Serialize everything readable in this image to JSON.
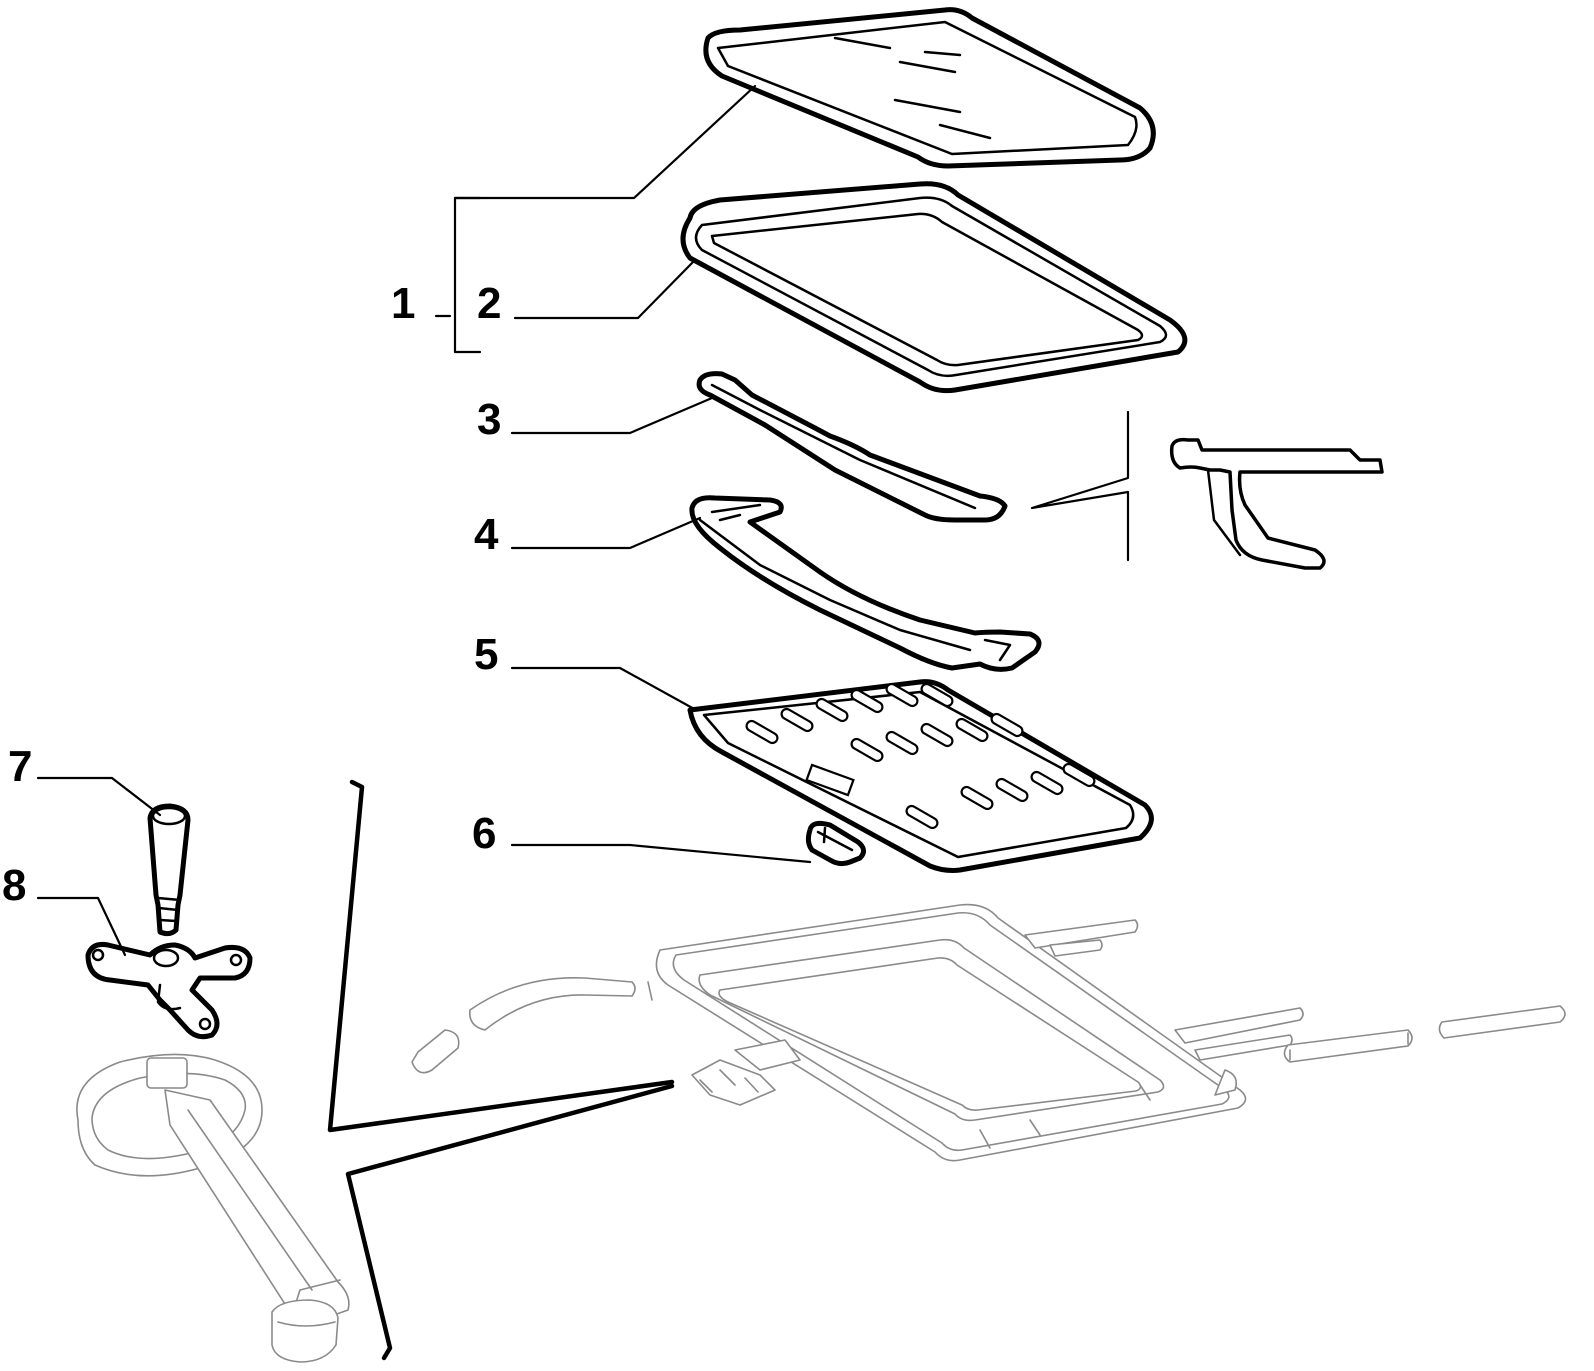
{
  "figure": {
    "callouts": [
      {
        "id": "callout-1",
        "label": "1"
      },
      {
        "id": "callout-2",
        "label": "2"
      },
      {
        "id": "callout-3",
        "label": "3"
      },
      {
        "id": "callout-4",
        "label": "4"
      },
      {
        "id": "callout-5",
        "label": "5"
      },
      {
        "id": "callout-6",
        "label": "6"
      },
      {
        "id": "callout-7",
        "label": "7"
      },
      {
        "id": "callout-8",
        "label": "8"
      }
    ]
  },
  "colors": {
    "ink": "#000000",
    "ghost": "#8a8a8a",
    "background": "#ffffff"
  }
}
